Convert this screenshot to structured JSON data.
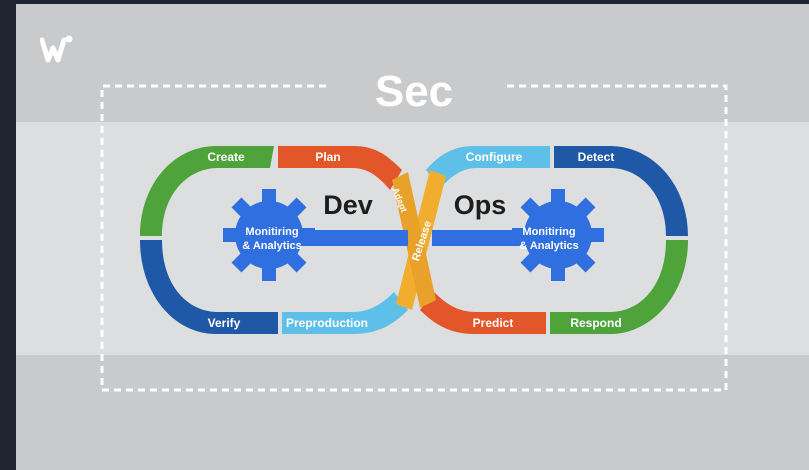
{
  "brand": {
    "logo_icon": "w-logo-icon"
  },
  "title": "Sec",
  "left_label": "Dev",
  "right_label": "Ops",
  "stages": {
    "create": "Create",
    "plan": "Plan",
    "verify": "Verify",
    "preproduction": "Preproduction",
    "adapt": "Adapt",
    "release": "Release",
    "configure": "Configure",
    "detect": "Detect",
    "predict": "Predict",
    "respond": "Respond"
  },
  "gears": {
    "left": [
      "Monitiring",
      "& Analytics"
    ],
    "right": [
      "Monitiring",
      "& Analytics"
    ]
  },
  "colors": {
    "green": "#4fa33b",
    "orange": "#e2562a",
    "dark_blue": "#1f58a6",
    "light_blue": "#5ec0e8",
    "yellow": "#f0ad2e",
    "gear_blue": "#2f6fe0"
  }
}
